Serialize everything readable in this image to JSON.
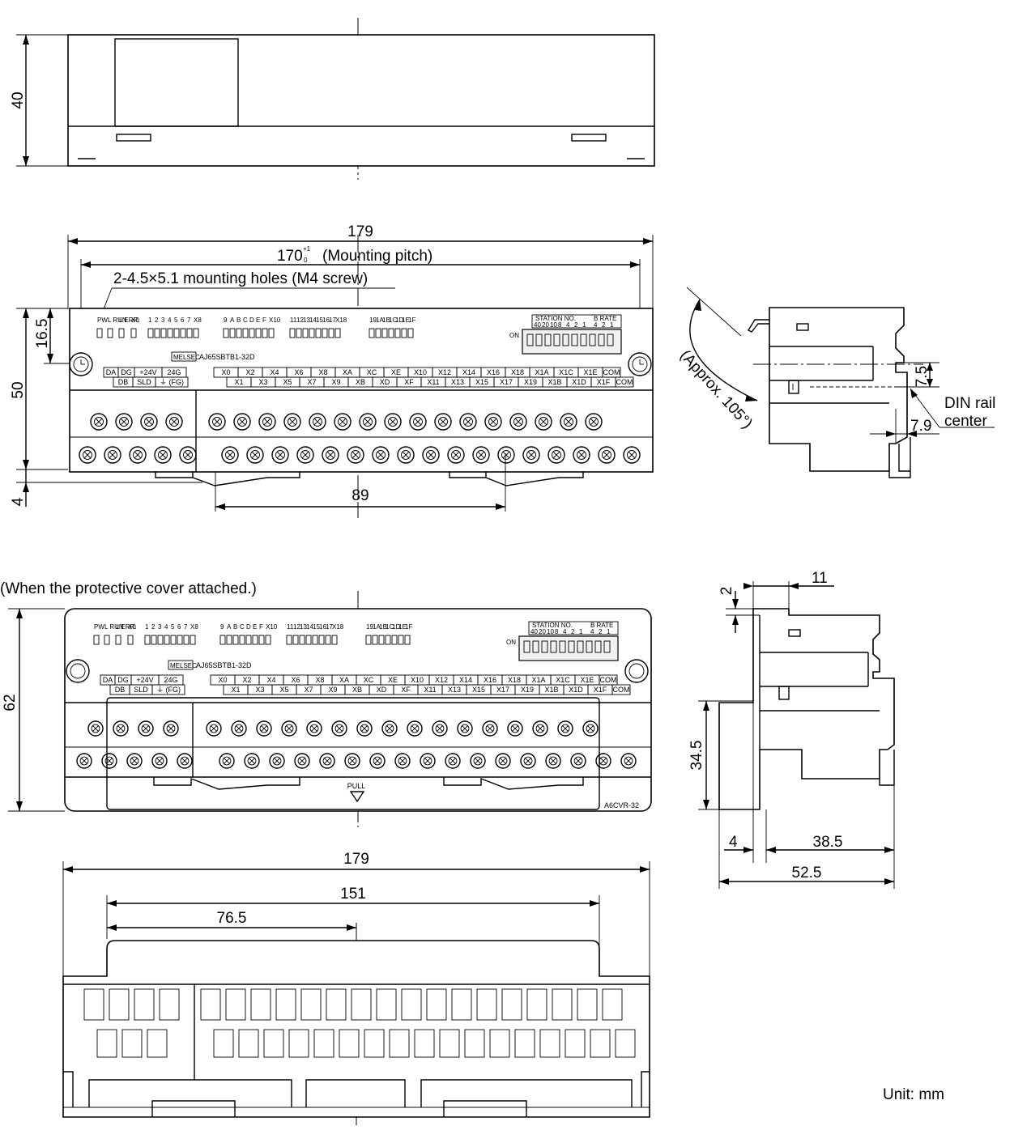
{
  "drawing": {
    "top_height": "40",
    "front_width": "179",
    "mounting_pitch_base": "170",
    "mounting_pitch_sup": "+1",
    "mounting_pitch_sub": "0",
    "mounting_pitch_text": "(Mounting pitch)",
    "mounting_holes": "2-4.5×5.1 mounting holes (M4 screw)",
    "hole_height": "16.5",
    "front_height": "50",
    "rail_offset": "4",
    "rail_spacing": "89",
    "approx_angle": "(Approx. 105°)",
    "din_offset_v": "7.5",
    "din_offset_h": "7.9",
    "din_label_1": "DIN rail",
    "din_label_2": "center",
    "cover_caption": "(When the protective cover attached.)",
    "cover_height": "62",
    "cover_model": "A6CVR-32",
    "pull_label": "PULL",
    "side_top_gap": "2",
    "side_top_width": "11",
    "side_height": "34.5",
    "side_offset": "4",
    "side_width_1": "38.5",
    "side_width_2": "52.5",
    "bottom_width": "179",
    "bottom_width_2": "151",
    "bottom_half": "76.5",
    "unit": "Unit: mm"
  },
  "panel": {
    "led_labels": [
      "PW",
      "L RUN",
      "L ERR.",
      "X0",
      "1",
      "2",
      "3",
      "4",
      "5",
      "6",
      "7",
      "X8",
      "9",
      "A",
      "B",
      "C",
      "D",
      "E",
      "F",
      "X10",
      "11",
      "12",
      "13",
      "14",
      "15",
      "16",
      "17",
      "X18",
      "19",
      "1A",
      "1B",
      "1C",
      "1D",
      "1E",
      "1F"
    ],
    "brand": "MELSEC",
    "model": "AJ65SBTB1-32D",
    "upper_terminals": [
      "DA",
      "DG",
      "+24V",
      "24G",
      "X0",
      "X2",
      "X4",
      "X6",
      "X8",
      "XA",
      "XC",
      "XE",
      "X10",
      "X12",
      "X14",
      "X16",
      "X18",
      "X1A",
      "X1C",
      "X1E",
      "COM"
    ],
    "lower_terminals": [
      "DB",
      "SLD",
      "⏚ (FG)",
      "X1",
      "X3",
      "X5",
      "X7",
      "X9",
      "XB",
      "XD",
      "XF",
      "X11",
      "X13",
      "X15",
      "X17",
      "X19",
      "X1B",
      "X1D",
      "X1F",
      "COM"
    ],
    "station_label": "STATION NO.",
    "brate_label": "B RATE",
    "station_values": [
      "40",
      "20",
      "10",
      "8",
      "4",
      "2",
      "1"
    ],
    "brate_values": [
      "4",
      "2",
      "1"
    ],
    "on_label": "ON"
  }
}
